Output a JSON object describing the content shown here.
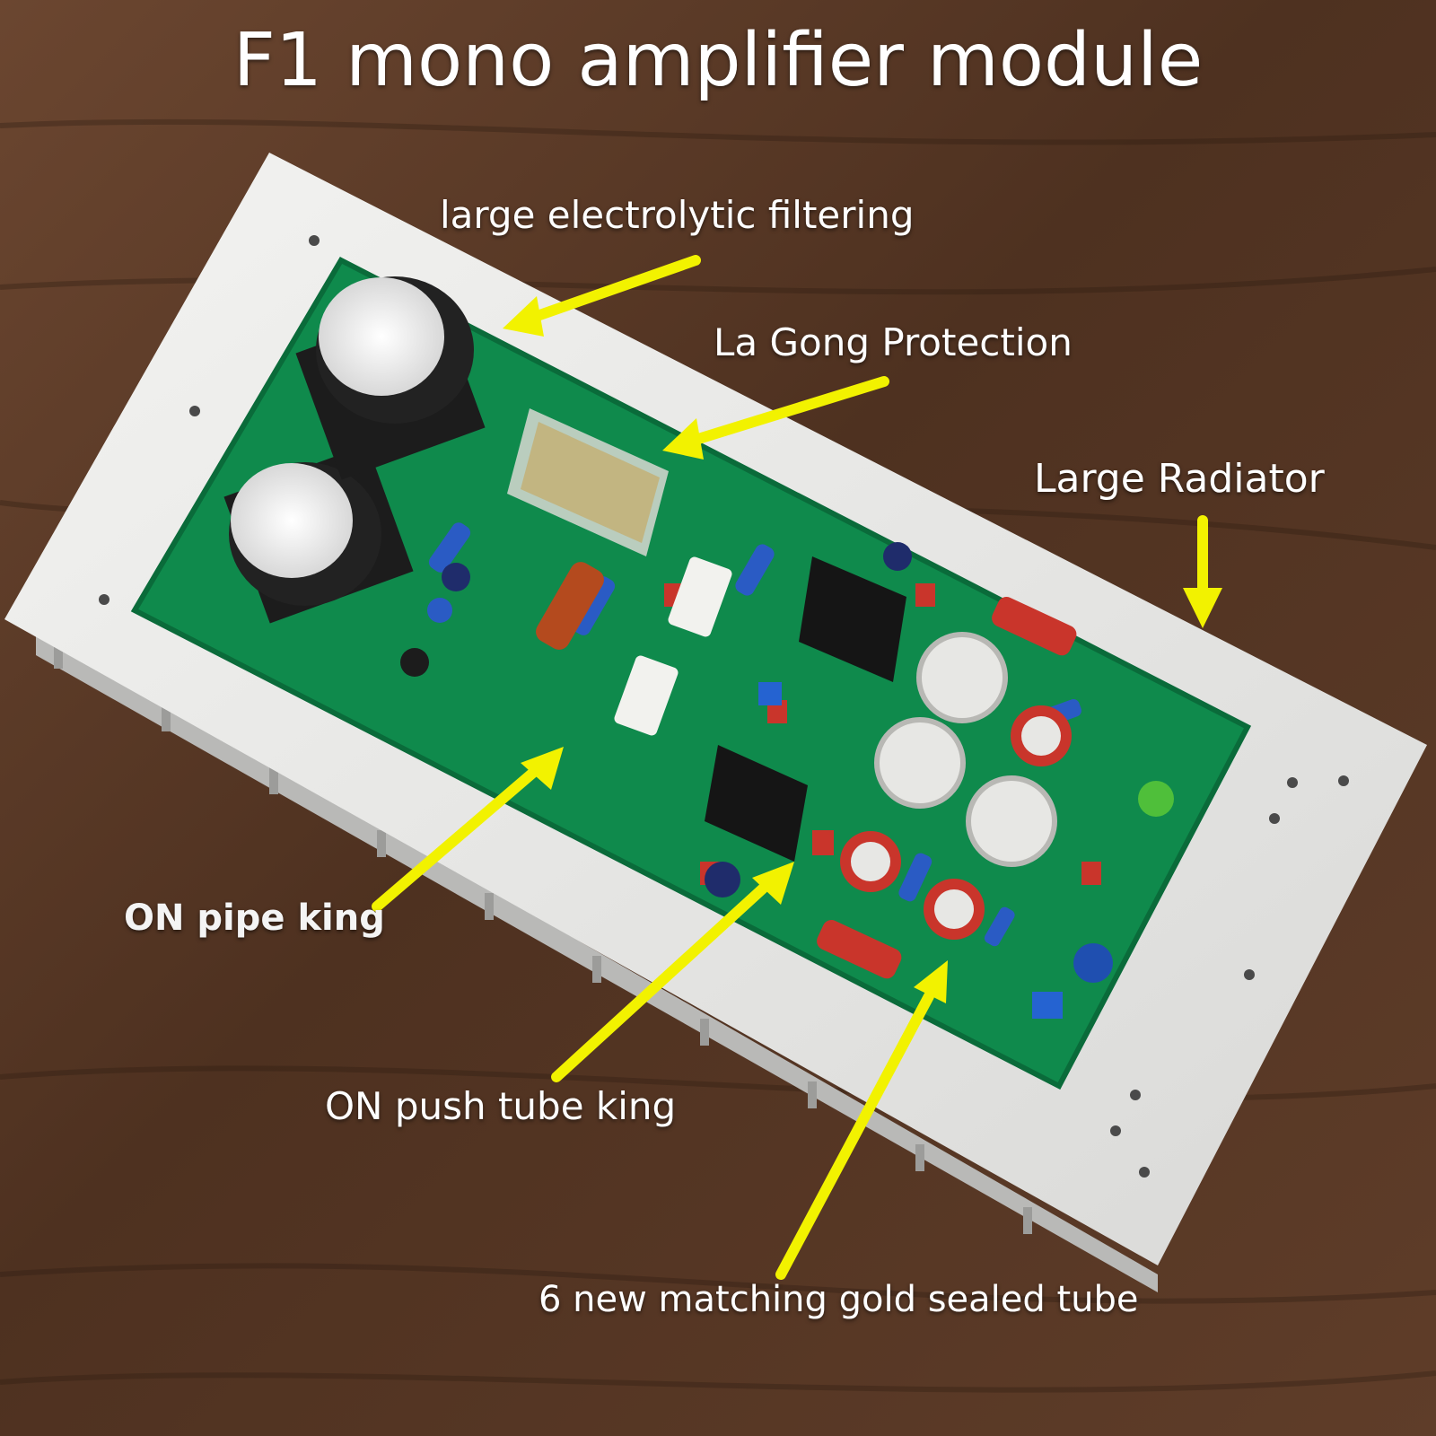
{
  "title": "F1 mono amplifier module",
  "callouts": {
    "electrolytic": "large electrolytic filtering",
    "protection": "La Gong Protection",
    "radiator": "Large Radiator",
    "pipe_king": "ON pipe king",
    "push_tube": "ON push tube king",
    "gold_tube": "6 new matching gold sealed tube"
  },
  "colors": {
    "wood": "#5a3a26",
    "heatsink": "#e8e8e6",
    "pcb": "#0f8a4c",
    "arrow": "#f2f200",
    "capacitor": "#1c1c1c",
    "resistor_blue": "#2a5bc4",
    "cap_red": "#c9352b"
  }
}
